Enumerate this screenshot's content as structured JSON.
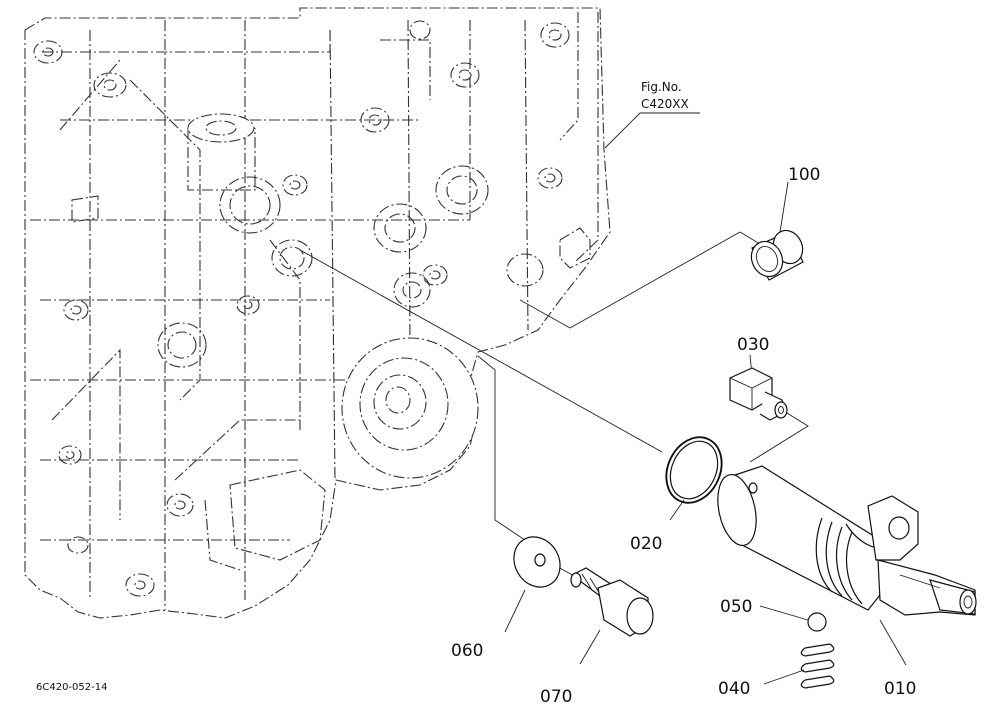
{
  "figure": {
    "fig_no_label": "Fig.No.",
    "fig_no_value": "C420XX",
    "drawing_code": "6C420-052-14"
  },
  "callouts": [
    {
      "id": "100",
      "text": "100"
    },
    {
      "id": "030",
      "text": "030"
    },
    {
      "id": "020",
      "text": "020"
    },
    {
      "id": "060",
      "text": "060"
    },
    {
      "id": "050",
      "text": "050"
    },
    {
      "id": "070",
      "text": "070"
    },
    {
      "id": "040",
      "text": "040"
    },
    {
      "id": "010",
      "text": "010"
    }
  ]
}
